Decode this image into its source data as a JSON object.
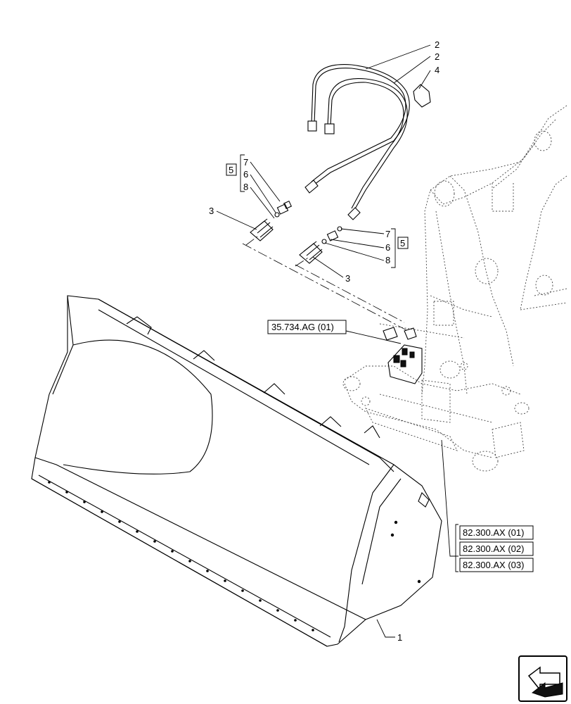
{
  "callouts": {
    "hose_a": "2",
    "hose_b": "2",
    "cap": "4",
    "bracket_left": "5",
    "left_7": "7",
    "left_6": "6",
    "left_8": "8",
    "coupler_left": "3",
    "bracket_right": "5",
    "right_7": "7",
    "right_6": "6",
    "right_8": "8",
    "coupler_right": "3",
    "bucket": "1"
  },
  "references": {
    "valve_ref": "35.734.AG (01)",
    "loader_ref_1": "82.300.AX (01)",
    "loader_ref_2": "82.300.AX (02)",
    "loader_ref_3": "82.300.AX (03)"
  },
  "nav": {
    "icon": "previous-page-arrow-icon"
  }
}
